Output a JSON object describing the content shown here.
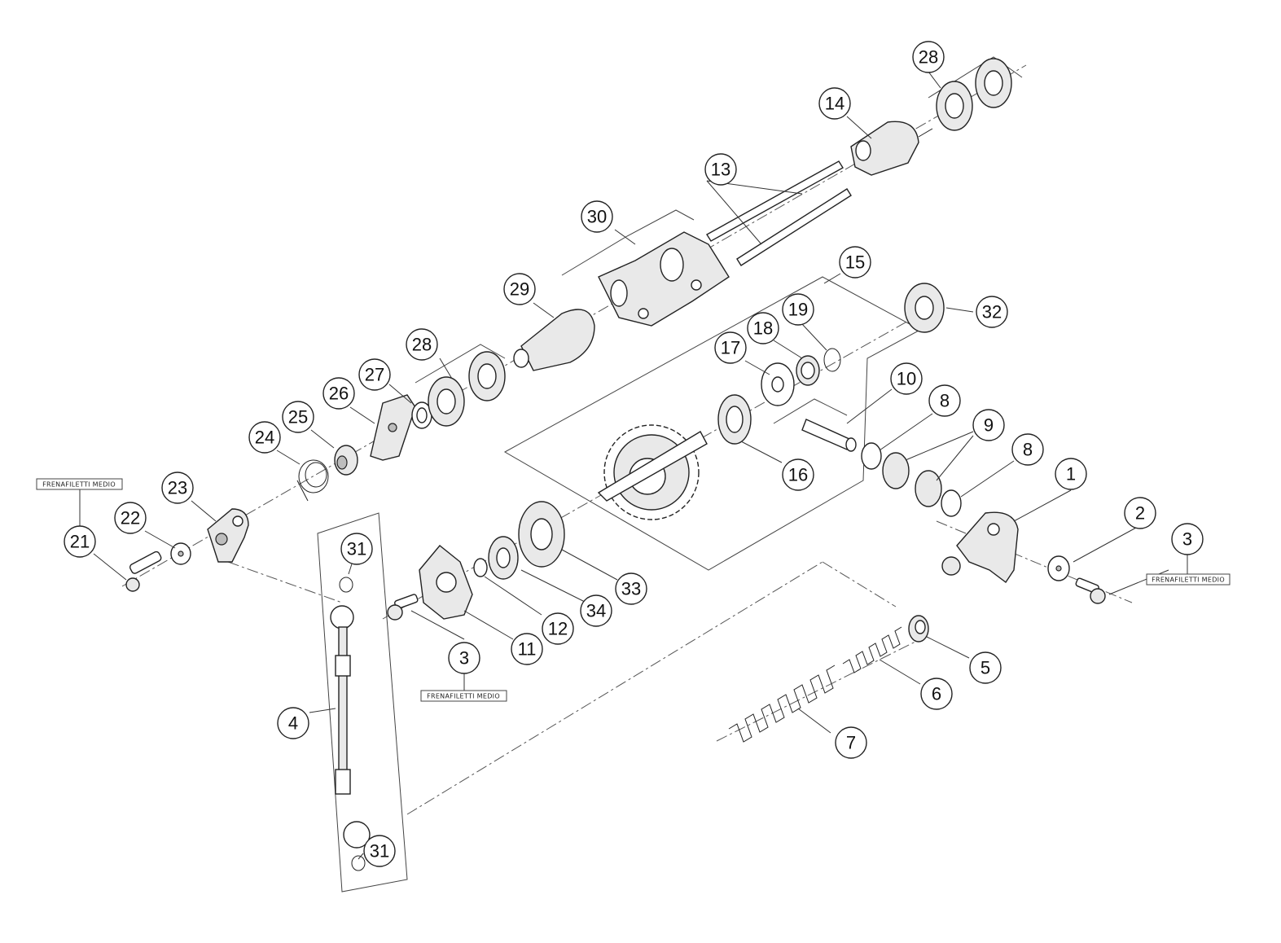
{
  "labels": {
    "l1": "1",
    "l2": "2",
    "l3a": "3",
    "l3b": "3",
    "l4": "4",
    "l5": "5",
    "l6": "6",
    "l7": "7",
    "l8a": "8",
    "l8b": "8",
    "l9": "9",
    "l10": "10",
    "l11": "11",
    "l12": "12",
    "l13": "13",
    "l14": "14",
    "l15": "15",
    "l16": "16",
    "l17": "17",
    "l18": "18",
    "l19": "19",
    "l21": "21",
    "l22": "22",
    "l23": "23",
    "l24": "24",
    "l25": "25",
    "l26": "26",
    "l27": "27",
    "l28a": "28",
    "l28b": "28",
    "l29": "29",
    "l30": "30",
    "l31a": "31",
    "l31b": "31",
    "l32": "32",
    "l33": "33",
    "l34": "34"
  },
  "notes": {
    "n1": "FRENAFILETTI MEDIO",
    "n2": "FRENAFILETTI MEDIO",
    "n3": "FRENAFILETTI MEDIO"
  }
}
